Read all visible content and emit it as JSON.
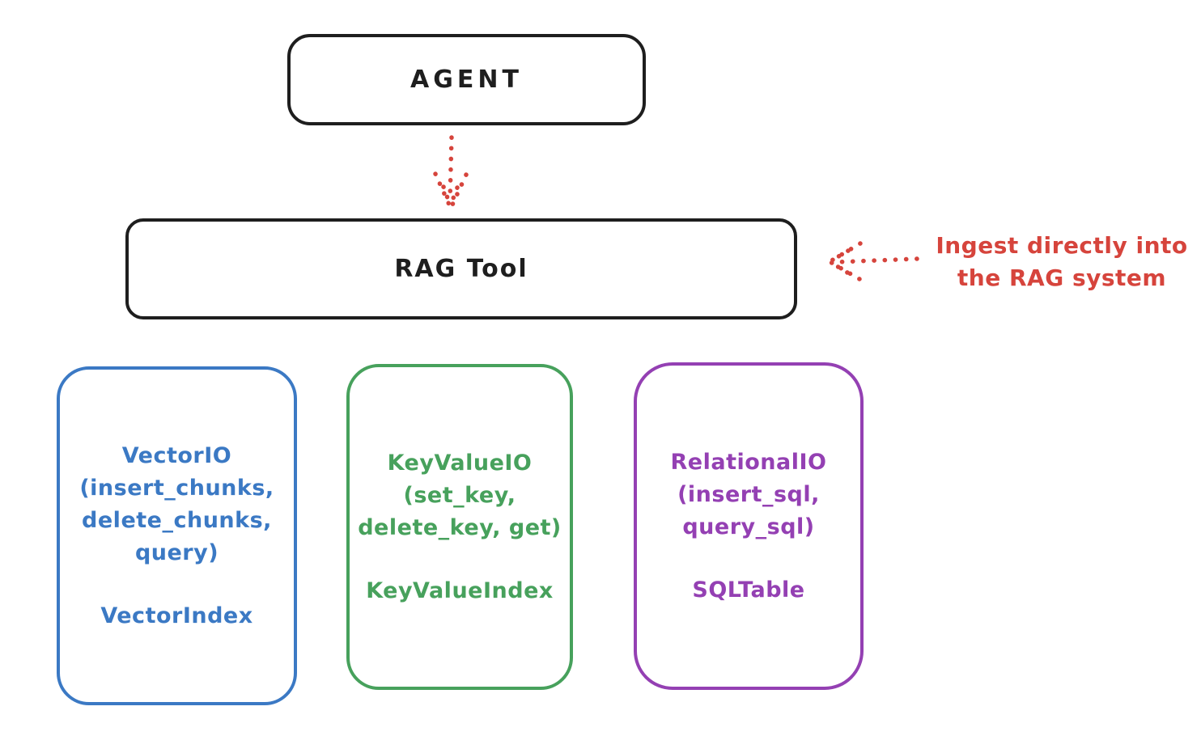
{
  "diagram": {
    "title_hint": "RAG Tool architecture sketch",
    "agent_box": {
      "label": "AGENT",
      "border_color": "#1e1e1e"
    },
    "rag_tool_box": {
      "label": "RAG Tool",
      "border_color": "#1e1e1e"
    },
    "annotation": {
      "text": "Ingest directly into\nthe RAG system",
      "color": "#d6443c"
    },
    "arrows": [
      {
        "name": "agent-to-rag-tool-arrow",
        "style": "dotted",
        "direction": "down",
        "color": "#d6443c"
      },
      {
        "name": "ingest-annotation-arrow",
        "style": "dotted",
        "direction": "left-into-rag-tool",
        "color": "#d6443c"
      }
    ],
    "io_boxes": [
      {
        "io_label": "VectorIO\n(insert_chunks,\ndelete_chunks,\nquery)",
        "index_label": "VectorIndex",
        "color": "#3b79c4"
      },
      {
        "io_label": "KeyValueIO\n(set_key,\ndelete_key, get)",
        "index_label": "KeyValueIndex",
        "color": "#47a15c"
      },
      {
        "io_label": "RelationalIO\n(insert_sql,\nquery_sql)",
        "index_label": "SQLTable",
        "color": "#9440b3"
      }
    ]
  }
}
